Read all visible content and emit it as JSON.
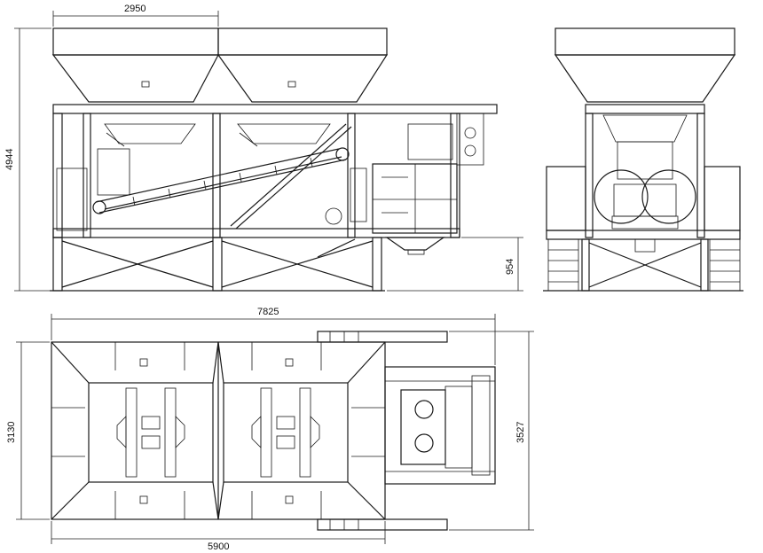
{
  "dimensions": {
    "front_width": "2950",
    "front_height": "4944",
    "leg_height": "954",
    "total_length": "7825",
    "hopper_length": "5900",
    "plan_width": "3130",
    "overall_width": "3527"
  },
  "colors": {
    "line": "#1a1a1a",
    "background": "#ffffff"
  }
}
